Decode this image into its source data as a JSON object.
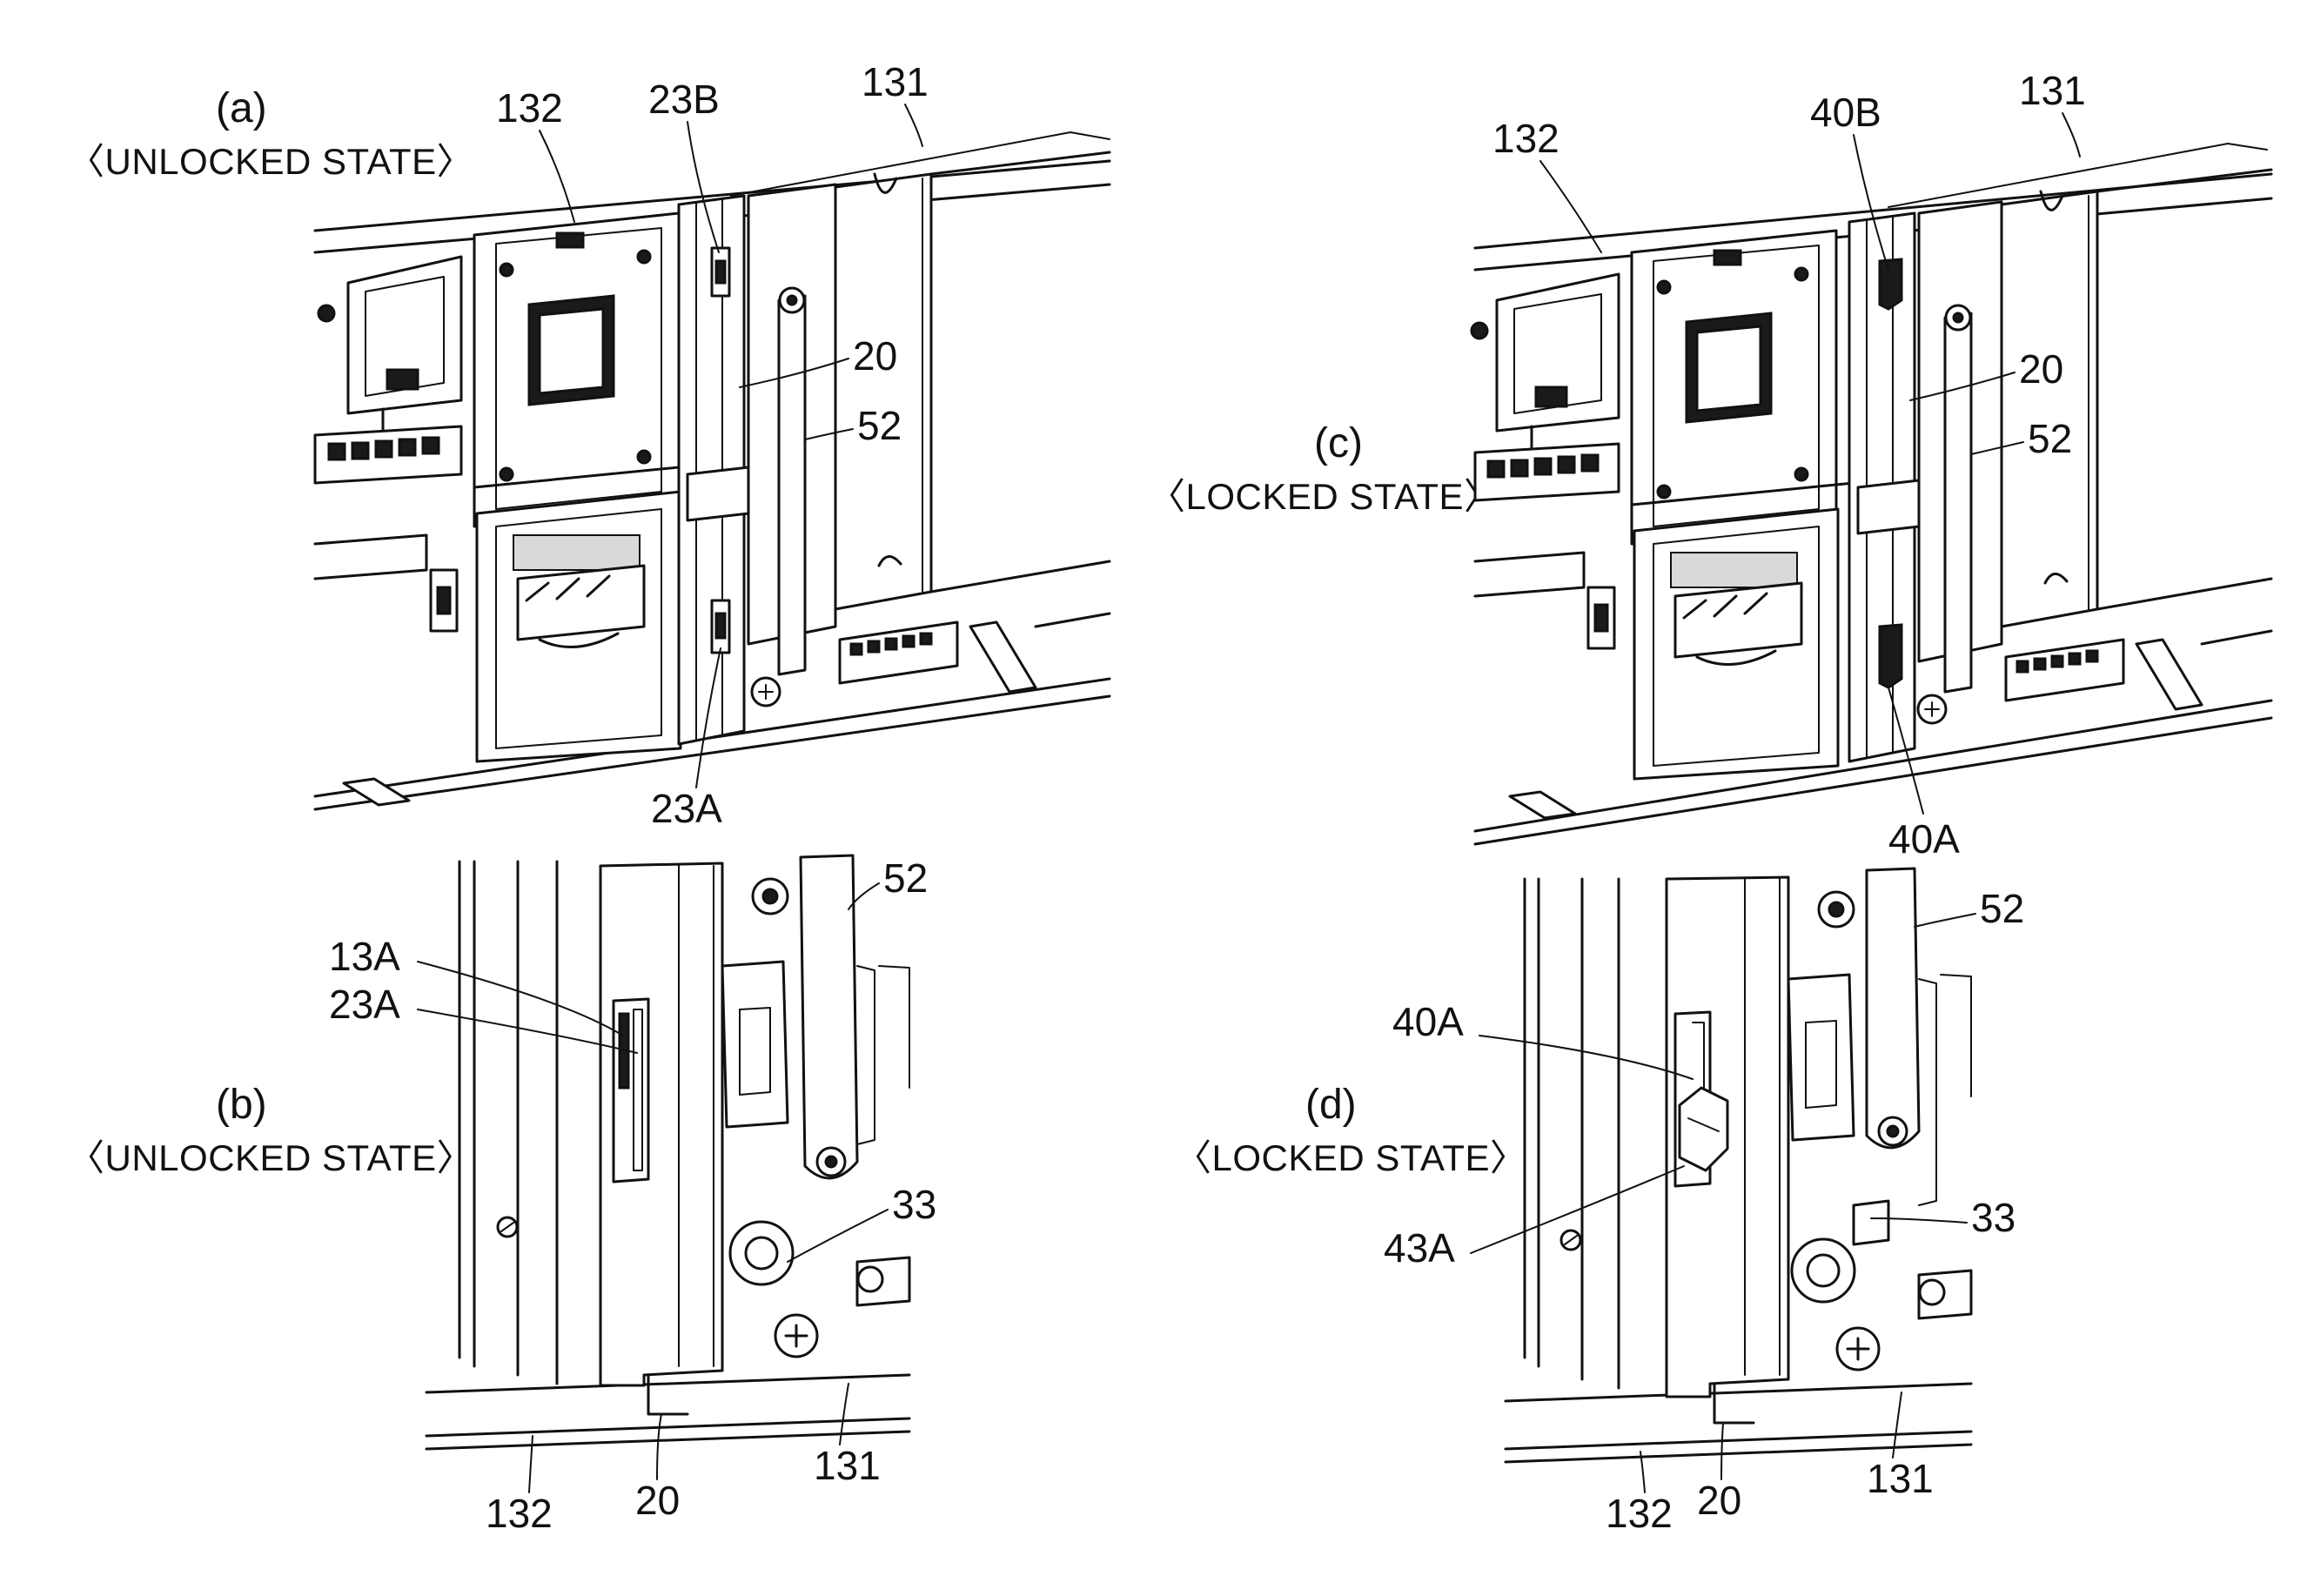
{
  "panels": {
    "a": {
      "caption": "(a)",
      "state": "〈UNLOCKED STATE〉",
      "labels": {
        "l132": "132",
        "l23b": "23B",
        "l131": "131",
        "l20": "20",
        "l52": "52",
        "l23a": "23A"
      }
    },
    "b": {
      "caption": "(b)",
      "state": "〈UNLOCKED STATE〉",
      "labels": {
        "l52": "52",
        "l13a": "13A",
        "l23a": "23A",
        "l33": "33",
        "l131": "131",
        "l132": "132",
        "l20": "20"
      }
    },
    "c": {
      "caption": "(c)",
      "state": "〈LOCKED STATE〉",
      "labels": {
        "l132": "132",
        "l40b": "40B",
        "l131": "131",
        "l20": "20",
        "l52": "52",
        "l40a": "40A"
      }
    },
    "d": {
      "caption": "(d)",
      "state": "〈LOCKED STATE〉",
      "labels": {
        "l52": "52",
        "l40a": "40A",
        "l43a": "43A",
        "l33": "33",
        "l131": "131",
        "l132": "132",
        "l20": "20"
      }
    }
  }
}
